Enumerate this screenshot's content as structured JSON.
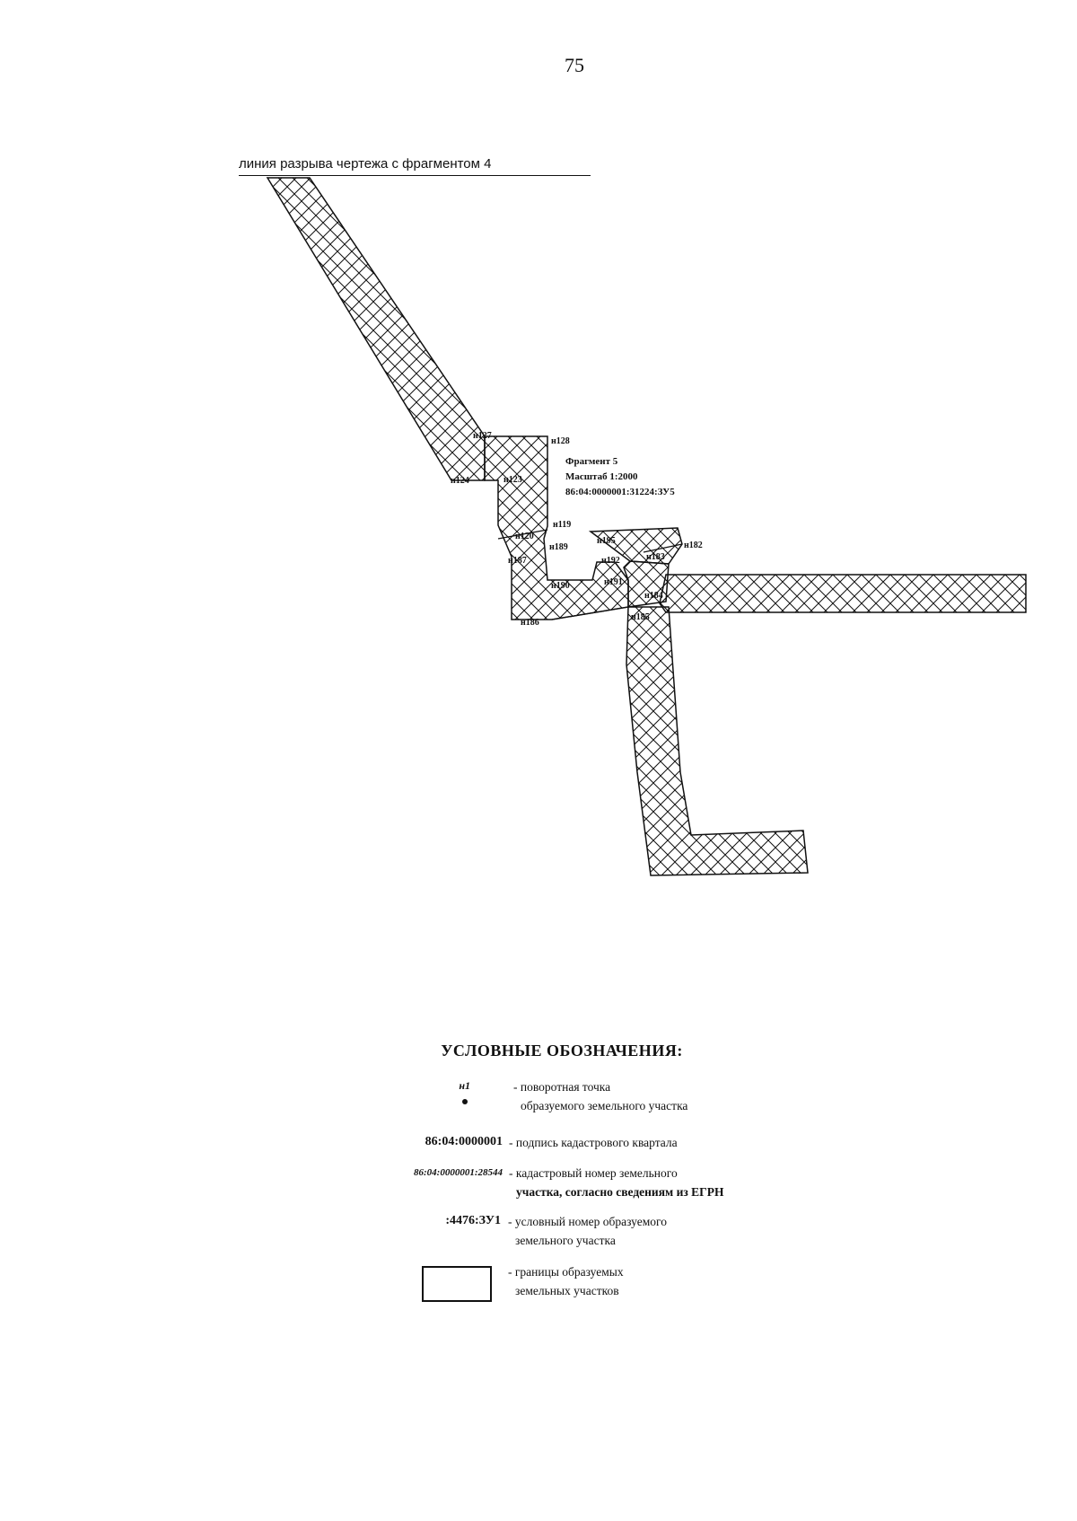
{
  "page_number": "75",
  "break_line_label": "линия разрыва чертежа с фрагментом 4",
  "fragment": {
    "title": "Фрагмент 5",
    "scale": "Масштаб 1:2000",
    "cadastral": "86:04:0000001:31224:ЗУ5"
  },
  "point_labels": {
    "n127": "н127",
    "n128": "н128",
    "n124": "н124",
    "n123": "н123",
    "n119": "н119",
    "n120": "н120",
    "n189": "н189",
    "n187": "н187",
    "n195": "н195",
    "n182": "н182",
    "n192": "н192",
    "n183": "н183",
    "n190": "н190",
    "n191": "н191",
    "n184": "н184",
    "n186": "н186",
    "n185": "н185"
  },
  "legend": {
    "title": "УСЛОВНЫЕ ОБОЗНАЧЕНИЯ:",
    "items": [
      {
        "symbol": "н1",
        "desc1": "- поворотная точка",
        "desc2": "образуемого земельного участка"
      },
      {
        "symbol": "86:04:0000001",
        "desc1": "- подпись кадастрового квартала",
        "desc2": ""
      },
      {
        "symbol": "86:04:0000001:28544",
        "desc1": "- кадастровый номер земельного",
        "desc2": "участка, согласно сведениям из ЕГРН"
      },
      {
        "symbol": ":4476:ЗУ1",
        "desc1": "- условный номер образуемого",
        "desc2": "земельного участка"
      },
      {
        "symbol": "",
        "desc1": "- границы образуемых",
        "desc2": "земельных участков"
      }
    ]
  },
  "colors": {
    "ink": "#111111",
    "paper": "#ffffff"
  }
}
